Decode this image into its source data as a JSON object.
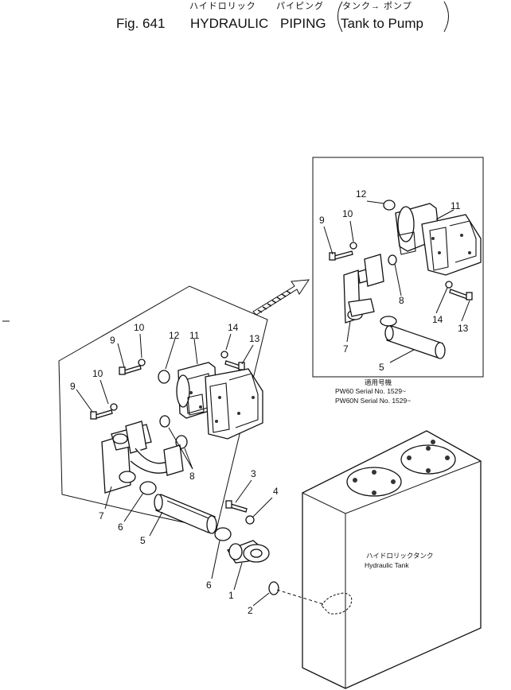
{
  "title": {
    "fig": "Fig. 641",
    "jp_hydraulic": "ハイドロリック",
    "jp_piping": "パイピング",
    "jp_tank_pump": "タンク→ ポンプ",
    "en_hydraulic": "HYDRAULIC",
    "en_piping": "PIPING",
    "en_tank_pump": "Tank to Pump"
  },
  "inset": {
    "serial_jp": "適用号機",
    "serial_line1": "PW60  Serial No. 1529~",
    "serial_line2": "PW60N Serial No. 1529~",
    "callouts": [
      "12",
      "11",
      "9",
      "10",
      "8",
      "14",
      "13",
      "7",
      "5"
    ]
  },
  "main": {
    "callouts": [
      "9",
      "10",
      "12",
      "11",
      "14",
      "13",
      "10",
      "9",
      "8",
      "7",
      "6",
      "5",
      "3",
      "4",
      "6",
      "1",
      "2"
    ]
  },
  "tank": {
    "label_jp": "ハイドロリックタンク",
    "label_en": "Hydraulic Tank"
  }
}
